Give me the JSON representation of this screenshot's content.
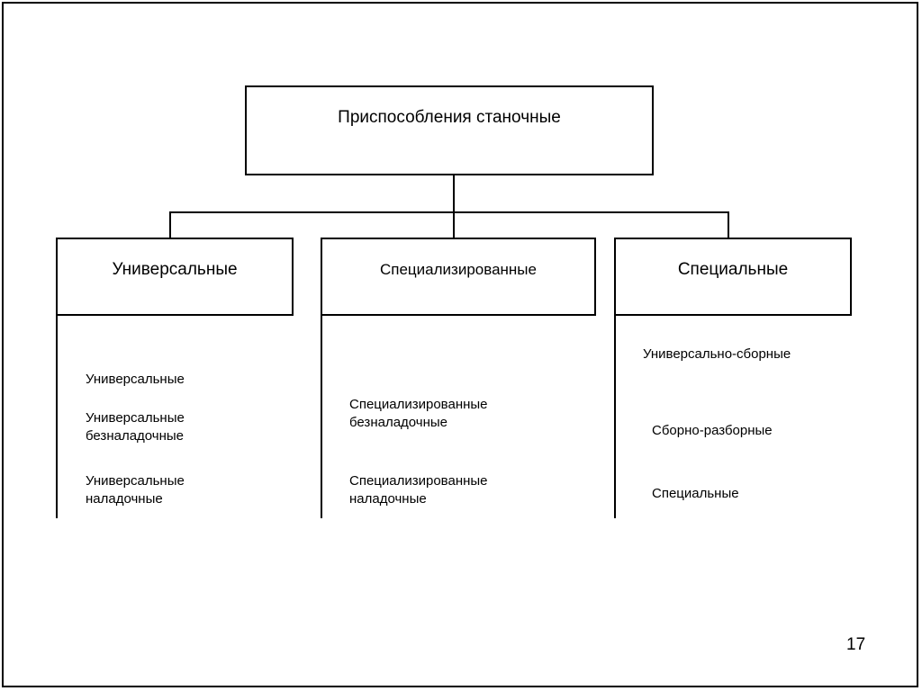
{
  "root": {
    "label": "Приспособления станочные"
  },
  "groups": [
    {
      "label": "Универсальные",
      "items": [
        "Универсальные",
        "Универсальные\nбезналадочные",
        "Универсальные\nналадочные"
      ]
    },
    {
      "label": "Специализированные",
      "items": [
        "Специализированные\nбезналадочные",
        "Специализированные\nналадочные"
      ]
    },
    {
      "label": "Специальные",
      "items": [
        "Универсально-сборные",
        "Сборно-разборные",
        "Специальные"
      ]
    }
  ],
  "page_number": "17"
}
